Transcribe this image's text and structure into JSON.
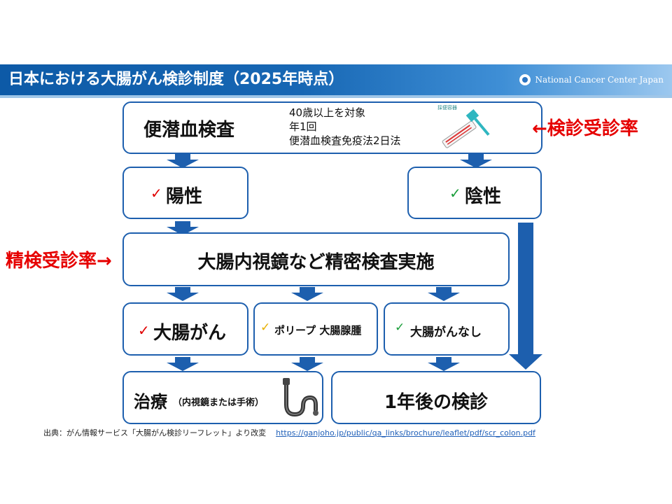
{
  "header": {
    "title": "日本における大腸がん検診制度（2025年時点）",
    "org": "National Cancer Center Japan"
  },
  "boxes": {
    "fobt": {
      "title": "便潜血検査",
      "details": [
        "40歳以上を対象",
        "年1回",
        "便潜血検査免疫法2日法"
      ],
      "kit_label": "採便容器"
    },
    "positive": {
      "check": "✓",
      "label": "陽性"
    },
    "negative": {
      "check": "✓",
      "label": "陰性"
    },
    "workup": {
      "label": "大腸内視鏡など精密検査実施"
    },
    "cancer": {
      "check": "✓",
      "label": "大腸がん"
    },
    "polyp": {
      "check": "✓",
      "label": "ポリープ 大腸腺腫"
    },
    "no_cancer": {
      "check": "✓",
      "label": "大腸がんなし"
    },
    "treatment": {
      "label": "治療",
      "sub": "（内視鏡または手術）"
    },
    "followup": {
      "label": "1年後の検診"
    }
  },
  "annotations": {
    "screening_rate": "←検診受診率",
    "followup_rate": "精検受診率→"
  },
  "source": {
    "text": "出典：がん情報サービス「大腸がん検診リーフレット」より改変",
    "url": "https://ganjoho.jp/public/qa_links/brochure/leaflet/pdf/scr_colon.pdf"
  },
  "colors": {
    "header_blue": "#0d5aa7",
    "box_border": "#1d5fae",
    "arrow": "#1d5fae",
    "annotation_red": "#e60000"
  }
}
